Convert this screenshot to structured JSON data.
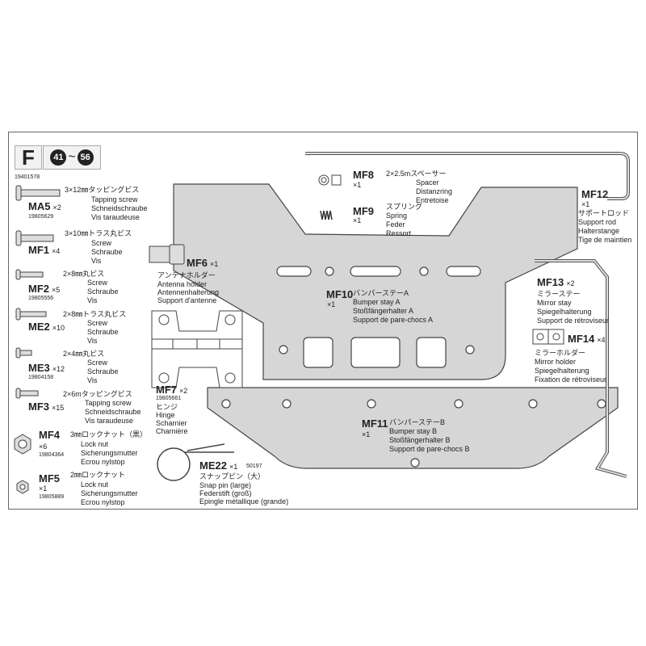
{
  "header": {
    "section": "F",
    "step_from": "41",
    "step_sep": "~",
    "step_to": "56",
    "bag_number": "19401578"
  },
  "parts": {
    "ma5": {
      "code": "MA5",
      "qty": "×2",
      "number": "19805629",
      "jp": "3×12㎜タッピングビス",
      "en": "Tapping screw",
      "de": "Schneidschraube",
      "fr": "Vis taraudeuse"
    },
    "mf1": {
      "code": "MF1",
      "qty": "×4",
      "jp": "3×10㎜トラス丸ビス",
      "en": "Screw",
      "de": "Schraube",
      "fr": "Vis"
    },
    "mf2": {
      "code": "MF2",
      "qty": "×5",
      "number": "19805556",
      "jp": "2×8㎜丸ビス",
      "en": "Screw",
      "de": "Schraube",
      "fr": "Vis"
    },
    "me2": {
      "code": "ME2",
      "qty": "×10",
      "jp": "2×8㎜トラス丸ビス",
      "en": "Screw",
      "de": "Schraube",
      "fr": "Vis"
    },
    "me3": {
      "code": "ME3",
      "qty": "×12",
      "number": "19804158",
      "jp": "2×4㎜丸ビス",
      "en": "Screw",
      "de": "Schraube",
      "fr": "Vis"
    },
    "mf3": {
      "code": "MF3",
      "qty": "×15",
      "jp": "2×6mタッピングビス",
      "en": "Tapping screw",
      "de": "Schneidschraube",
      "fr": "Vis taraudeuse"
    },
    "mf4": {
      "code": "MF4",
      "qty": "×6",
      "number": "19804364",
      "jp": "3㎜ロックナット（黒）",
      "en": "Lock nut",
      "de": "Sicherungsmutter",
      "fr": "Ecrou nylstop"
    },
    "mf5": {
      "code": "MF5",
      "qty": "×1",
      "number": "19805889",
      "jp": "2㎜ロックナット",
      "en": "Lock nut",
      "de": "Sicherungsmutter",
      "fr": "Ecrou nylstop"
    },
    "mf6": {
      "code": "MF6",
      "qty": "×1",
      "jp": "アンテナホルダー",
      "en": "Antenna holder",
      "de": "Antennenhalterung",
      "fr": "Support d'antenne"
    },
    "mf7": {
      "code": "MF7",
      "qty": "×2",
      "number": "19805661",
      "jp": "ヒンジ",
      "en": "Hinge",
      "de": "Scharnier",
      "fr": "Charnière"
    },
    "me22": {
      "code": "ME22",
      "qty": "×1",
      "number": "50197",
      "jp": "スナップピン（大）",
      "en": "Snap pin (large)",
      "de": "Federstift (groß)",
      "fr": "Epingle métallique (grande)"
    },
    "mf8": {
      "code": "MF8",
      "qty": "×1",
      "jp": "2×2.5mスペーサー",
      "en": "Spacer",
      "de": "Distanzring",
      "fr": "Entretoise"
    },
    "mf9": {
      "code": "MF9",
      "qty": "×1",
      "jp": "スプリング",
      "en": "Spring",
      "de": "Feder",
      "fr": "Ressort"
    },
    "mf10": {
      "code": "MF10",
      "qty": "×1",
      "jp": "バンパーステーA",
      "en": "Bumper stay A",
      "de": "Stoßfängerhalter A",
      "fr": "Support de pare-chocs A"
    },
    "mf11": {
      "code": "MF11",
      "qty": "×1",
      "jp": "バンパーステーB",
      "en": "Bumper stay B",
      "de": "Stoßfängerhalter B",
      "fr": "Support de pare-chocs B"
    },
    "mf12": {
      "code": "MF12",
      "qty": "×1",
      "jp": "サポートロッド",
      "en": "Support rod",
      "de": "Halterstange",
      "fr": "Tige de maintien"
    },
    "mf13": {
      "code": "MF13",
      "qty": "×2",
      "jp": "ミラーステー",
      "en": "Mirror stay",
      "de": "Spiegelhalterung",
      "fr": "Support de rétroviseur"
    },
    "mf14": {
      "code": "MF14",
      "qty": "×4",
      "jp": "ミラーホルダー",
      "en": "Mirror holder",
      "de": "Spiegelhalterung",
      "fr": "Fixation de rétroviseur"
    }
  }
}
